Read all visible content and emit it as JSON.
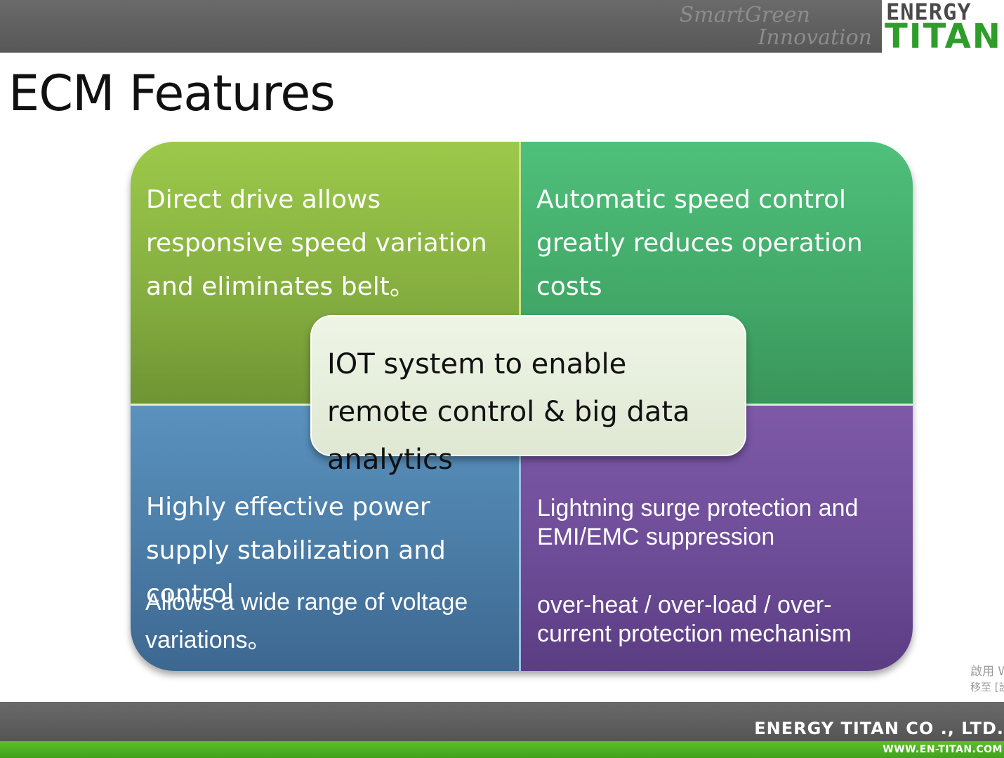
{
  "header": {
    "slogan_line1": "SmartGreen",
    "slogan_line2": "Innovation",
    "logo_line1": "ENERGY",
    "logo_line2": "TITAN"
  },
  "title": "ECM Features",
  "features": {
    "top_left": "Direct drive allows responsive speed variation and eliminates belt。",
    "top_right": "Automatic speed control greatly reduces operation costs",
    "bottom_left_1": "Highly effective power supply stabilization and control",
    "bottom_left_2": "Allows a wide range of voltage variations。",
    "bottom_right_1": "Lightning surge protection and EMI/EMC suppression",
    "bottom_right_2": "over-heat / over-load / over-current protection mechanism",
    "center": "IOT system to enable remote control & big data analytics"
  },
  "watermark": {
    "line1": "啟用 W",
    "line2": "移至 [設"
  },
  "footer": {
    "company": "ENERGY  TITAN  CO ., LTD.",
    "website": "WWW.EN-TITAN.COM"
  },
  "colors": {
    "green_quadrant": "#8cb842",
    "teal_quadrant": "#45ae6c",
    "blue_quadrant": "#4f84ae",
    "purple_quadrant": "#7050a0",
    "center_box": "#e4ecda",
    "brand_green": "#2e9d2a"
  }
}
